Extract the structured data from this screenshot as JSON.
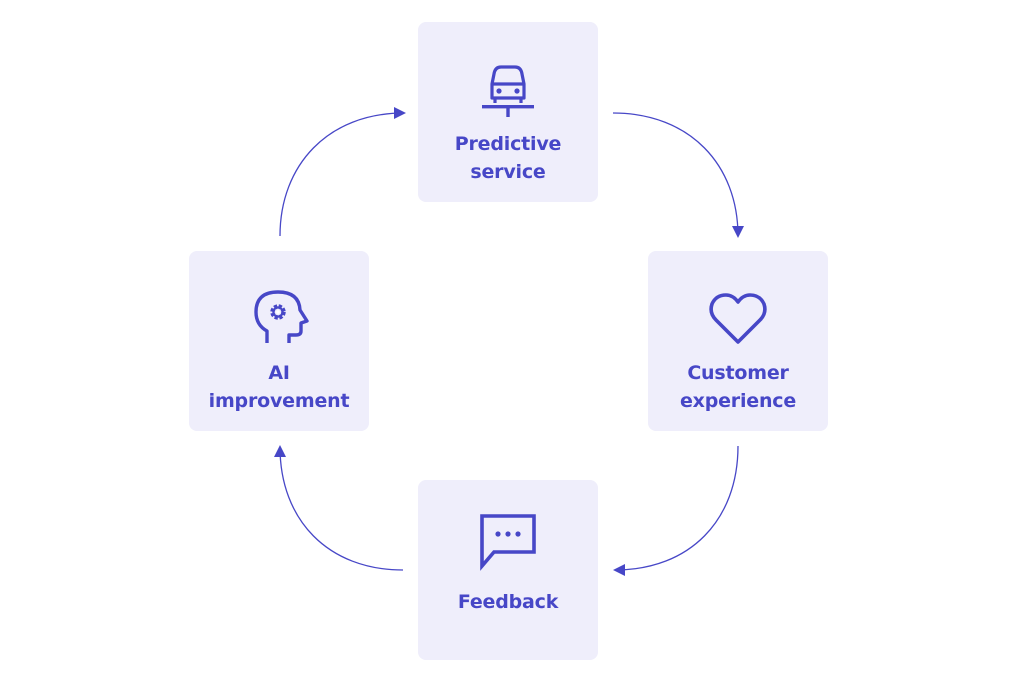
{
  "diagram": {
    "colors": {
      "accent": "#4747c7",
      "card_background": "#efeefb"
    },
    "nodes": [
      {
        "id": "top",
        "label": "Predictive\nservice",
        "icon": "car-service-icon"
      },
      {
        "id": "right",
        "label": "Customer\nexperience",
        "icon": "heart-icon"
      },
      {
        "id": "bottom",
        "label": "Feedback",
        "icon": "chat-bubble-icon"
      },
      {
        "id": "left",
        "label": "AI\nimprovement",
        "icon": "ai-head-gear-icon"
      }
    ],
    "edges": [
      {
        "from": "top",
        "to": "right"
      },
      {
        "from": "right",
        "to": "bottom"
      },
      {
        "from": "bottom",
        "to": "left"
      },
      {
        "from": "left",
        "to": "top"
      }
    ]
  }
}
